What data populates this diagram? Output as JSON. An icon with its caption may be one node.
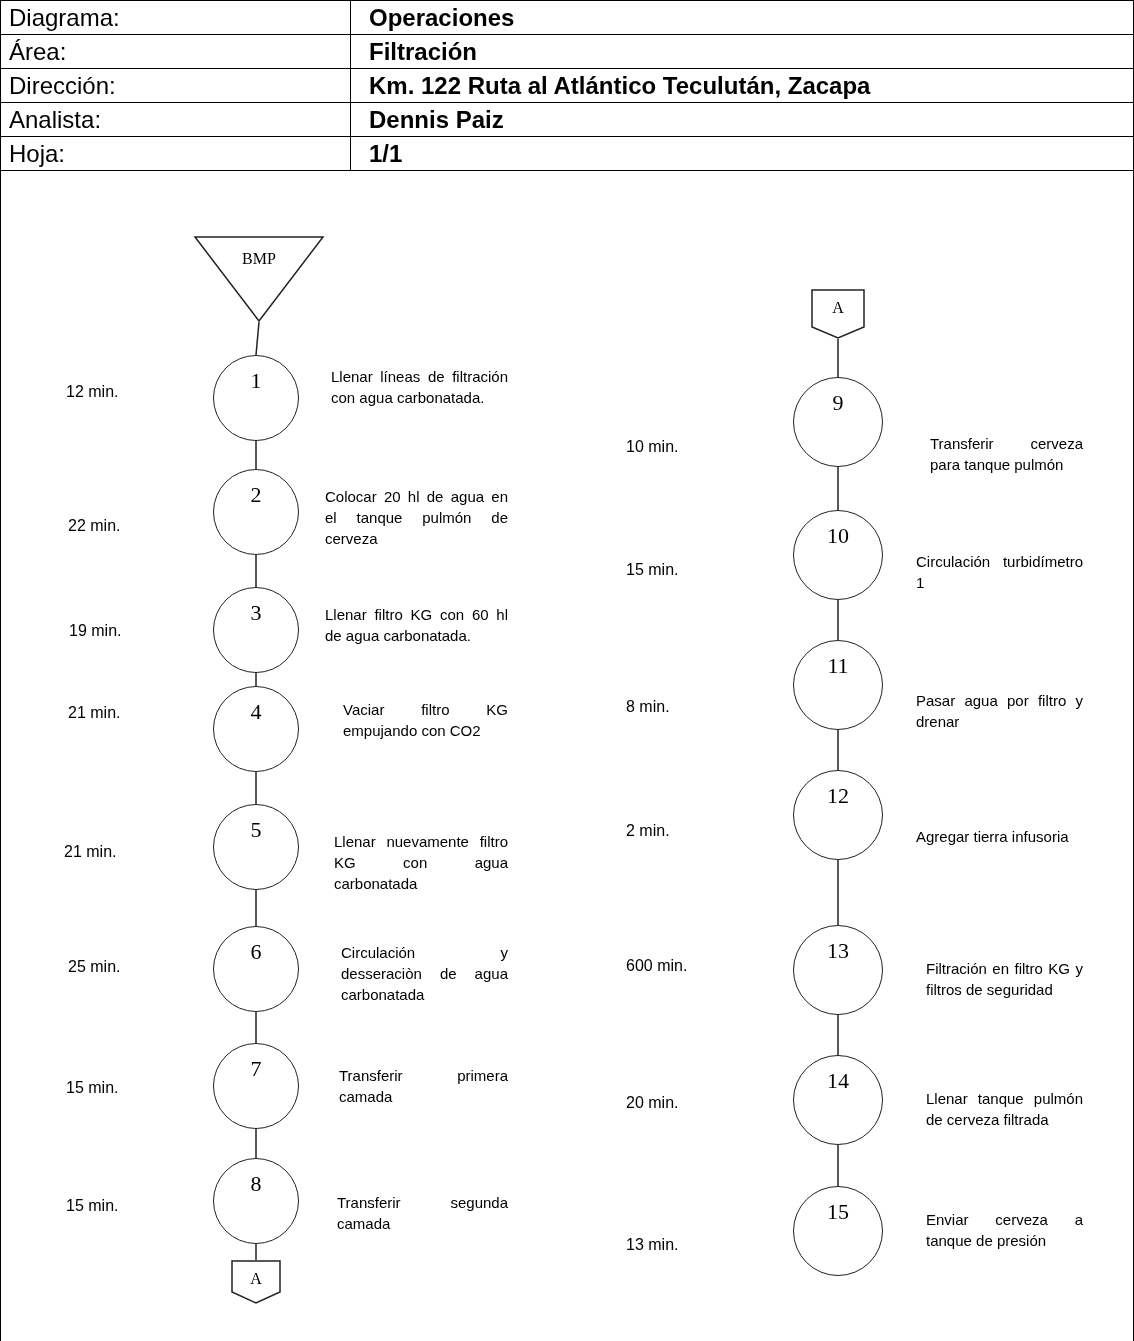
{
  "diagram": {
    "nodes": [
      {
        "text": [
          "BMP"
        ]
      },
      {
        "text": [
          "1"
        ],
        "beside": [
          "Llenar líneas de filtración con agua carbonatada."
        ]
      },
      {
        "text": [
          "2"
        ],
        "beside": [
          "Colocar 20 hl de agua en el tanque pulmón de cerveza"
        ]
      },
      {
        "text": [
          "3"
        ],
        "beside": [
          "Llenar filtro KG con 60 hl de agua carbonatada."
        ]
      },
      {
        "text": [
          "4"
        ],
        "beside": [
          "Vaciar filtro KG empujando con CO2"
        ]
      },
      {
        "text": [
          "5"
        ],
        "beside": [
          "Llenar nuevamente filtro KG con agua carbonatada"
        ]
      },
      {
        "text": [
          "6"
        ],
        "beside": [
          "Circulación y desseraciòn de agua carbonatada"
        ]
      },
      {
        "text": [
          "7"
        ],
        "beside": [
          "Transferir primera camada"
        ]
      },
      {
        "text": [
          "8"
        ],
        "beside": [
          "Transferir segunda camada"
        ]
      },
      {
        "text": [
          "A"
        ]
      },
      {
        "text": [
          "A"
        ]
      },
      {
        "text": [
          "9"
        ],
        "beside": [
          "Transferir cerveza para tanque pulmón"
        ]
      },
      {
        "text": [
          "10"
        ],
        "beside": [
          "Circulación turbidímetro 1"
        ]
      },
      {
        "text": [
          "11"
        ],
        "beside": [
          "Pasar agua por filtro y drenar"
        ]
      },
      {
        "text": [
          "12"
        ],
        "beside": [
          "Agregar tierra infusoria"
        ]
      },
      {
        "text": [
          "13"
        ],
        "beside": [
          "Filtración en filtro KG y filtros de seguridad"
        ]
      },
      {
        "text": [
          "14"
        ],
        "beside": [
          "Llenar tanque pulmón de cerveza filtrada"
        ]
      },
      {
        "text": [
          "15"
        ],
        "beside": [
          "Enviar cerveza a tanque de presión"
        ]
      }
    ],
    "edges": [
      {
        "from": 0,
        "to": 1,
        "arrow": "none"
      },
      {
        "from": 1,
        "to": 2,
        "arrow": "none"
      },
      {
        "from": 2,
        "to": 3,
        "arrow": "none"
      },
      {
        "from": 3,
        "to": 4,
        "arrow": "none"
      },
      {
        "from": 4,
        "to": 5,
        "arrow": "none"
      },
      {
        "from": 5,
        "to": 6,
        "arrow": "none"
      },
      {
        "from": 6,
        "to": 7,
        "arrow": "none"
      },
      {
        "from": 7,
        "to": 8,
        "arrow": "none"
      },
      {
        "from": 8,
        "to": 9,
        "arrow": "none"
      },
      {
        "from": 10,
        "to": 11,
        "arrow": "none"
      },
      {
        "from": 11,
        "to": 12,
        "arrow": "none"
      },
      {
        "from": 12,
        "to": 13,
        "arrow": "none"
      },
      {
        "from": 13,
        "to": 14,
        "arrow": "none"
      },
      {
        "from": 14,
        "to": 15,
        "arrow": "none"
      },
      {
        "from": 15,
        "to": 16,
        "arrow": "none"
      },
      {
        "from": 16,
        "to": 17,
        "arrow": "none"
      }
    ],
    "labels": [
      "Diagrama:",
      "Operaciones",
      "Área:",
      "Filtración",
      "Dirección:",
      "Km. 122 Ruta al Atlántico Teculután, Zacapa",
      "Analista:",
      "Dennis Paiz",
      "Hoja:",
      "1/1",
      "12 min.",
      "22 min.",
      "19 min.",
      "21 min.",
      "21 min.",
      "25 min.",
      "15 min.",
      "15 min.",
      "10 min.",
      "15 min.",
      "8 min.",
      "2 min.",
      "600 min.",
      "20 min.",
      "13 min."
    ]
  }
}
